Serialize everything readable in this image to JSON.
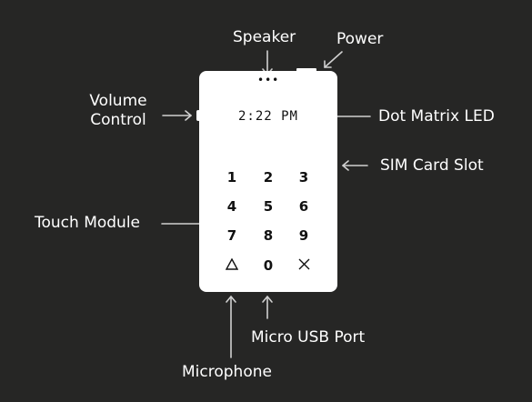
{
  "labels": {
    "speaker": "Speaker",
    "power": "Power",
    "volume_line1": "Volume",
    "volume_line2": "Control",
    "dot_matrix_led": "Dot Matrix LED",
    "sim_card_slot": "SIM Card Slot",
    "touch_module": "Touch Module",
    "micro_usb_port": "Micro USB Port",
    "microphone": "Microphone"
  },
  "phone": {
    "speaker_dots": "•••",
    "display_time": "2:22 PM",
    "keys": [
      "1",
      "2",
      "3",
      "4",
      "5",
      "6",
      "7",
      "8",
      "9",
      "",
      "0",
      ""
    ],
    "key_icons": {
      "bottom_left": "triangle-icon",
      "bottom_right": "x-icon"
    }
  },
  "colors": {
    "background": "#262625",
    "device": "#ffffff",
    "text": "#ffffff",
    "arrow": "#d0d0d0"
  }
}
